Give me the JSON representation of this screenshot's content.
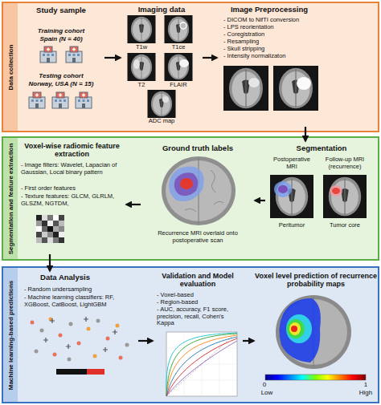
{
  "diagram": {
    "nodes": [
      {
        "text": [
          "Data collection"
        ]
      },
      {
        "text": [
          "Study sample",
          "Training cohort",
          "Spain (N = 40)",
          "Testing cohort",
          "Norway, USA (N = 15)"
        ],
        "in": 0
      },
      {
        "text": [
          "Imaging data",
          "T1w",
          "T1ce",
          "T2",
          "FLAIR",
          "ADC map"
        ],
        "in": 0
      },
      {
        "text": [
          "Image Preprocessing",
          "- DICOM to NifTI conversion",
          "- LPS reorientation",
          "- Coregistration",
          "- Resampling",
          "- Skull stripping",
          "- Intensity normalizaton"
        ],
        "in": 0
      },
      {
        "text": [
          "Segmentation and feature extraction"
        ]
      },
      {
        "text": [
          "Voxel-wise radiomic feature extraction",
          "- Image filters: Wavelet, Lapacian of Gaussian, Local binary pattern",
          "- First order features",
          "- Texture features: GLCM, GLRLM, GLSZM, NGTDM,"
        ],
        "in": 4
      },
      {
        "text": [
          "Ground truth labels",
          "Recurrence MRI overlaid onto postoperative scan"
        ],
        "in": 4
      },
      {
        "text": [
          "Segmentation",
          "Postoperative MRI",
          "Follow-up MRI (recurrence)",
          "Peritumor",
          "Tumor core"
        ],
        "in": 4
      },
      {
        "text": [
          "Machine learning-based predictions"
        ]
      },
      {
        "text": [
          "Data Analysis",
          "- Random undersampling",
          "- Machine learning classifiers: RF, XGBoost, CatBoost, LightGBM"
        ],
        "in": 8
      },
      {
        "text": [
          "Validation and Model evaluation",
          "- Voxel-based",
          "- Region-based",
          "- AUC, accuracy, F1 score, precision, recall, Cohen's Kappa"
        ],
        "in": 8
      },
      {
        "text": [
          "Voxel level prediction of recurrence probability maps"
        ],
        "in": 8
      }
    ],
    "edges": [
      {
        "from": 1,
        "to": 2,
        "arrow": "to"
      },
      {
        "from": 2,
        "to": 3,
        "arrow": "to"
      },
      {
        "from": 3,
        "to": 7,
        "arrow": "to"
      },
      {
        "from": 7,
        "to": 6,
        "arrow": "to"
      },
      {
        "from": 6,
        "to": 5,
        "arrow": "to"
      },
      {
        "from": 5,
        "to": 9,
        "arrow": "to"
      },
      {
        "from": 9,
        "to": 10,
        "arrow": "to"
      },
      {
        "from": 10,
        "to": 11,
        "arrow": "to"
      }
    ],
    "labels": [
      "0",
      "1",
      "Low",
      "High"
    ]
  }
}
